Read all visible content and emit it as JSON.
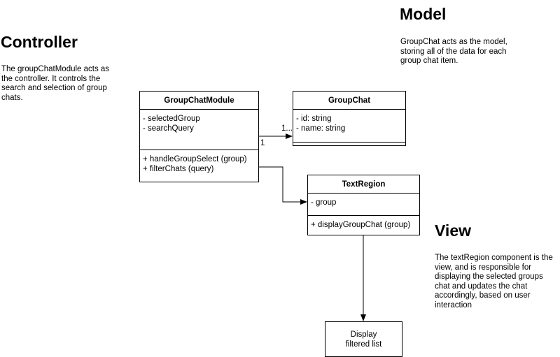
{
  "sections": {
    "controller": {
      "title": "Controller",
      "description_lines": [
        "The groupChatModule acts as",
        "the controller. It controls the",
        "search and selection of group",
        "chats."
      ]
    },
    "model": {
      "title": "Model",
      "description_lines": [
        "GroupChat acts as the model,",
        "storing all of the data for each",
        "group chat item."
      ]
    },
    "view": {
      "title": "View",
      "description_lines": [
        "The textRegion component is the",
        "view, and is responsible for",
        "displaying the selected groups",
        "chat and updates the chat",
        "accordingly, based on user",
        "interaction"
      ]
    }
  },
  "classes": {
    "group_chat_module": {
      "name": "GroupChatModule",
      "attributes": [
        "- selectedGroup",
        "- searchQuery"
      ],
      "methods": [
        "+ handleGroupSelect (group)",
        "+ filterChats (query)"
      ]
    },
    "group_chat": {
      "name": "GroupChat",
      "attributes": [
        "- id: string",
        "- name: string"
      ],
      "methods": []
    },
    "text_region": {
      "name": "TextRegion",
      "attributes": [
        "- group"
      ],
      "methods": [
        "+ displayGroupChat (group)"
      ]
    }
  },
  "display_box": {
    "lines": [
      "Display",
      "filtered list"
    ]
  },
  "associations": {
    "module_to_groupchat": {
      "source_multiplicity": "1",
      "target_multiplicity": "1..."
    }
  }
}
